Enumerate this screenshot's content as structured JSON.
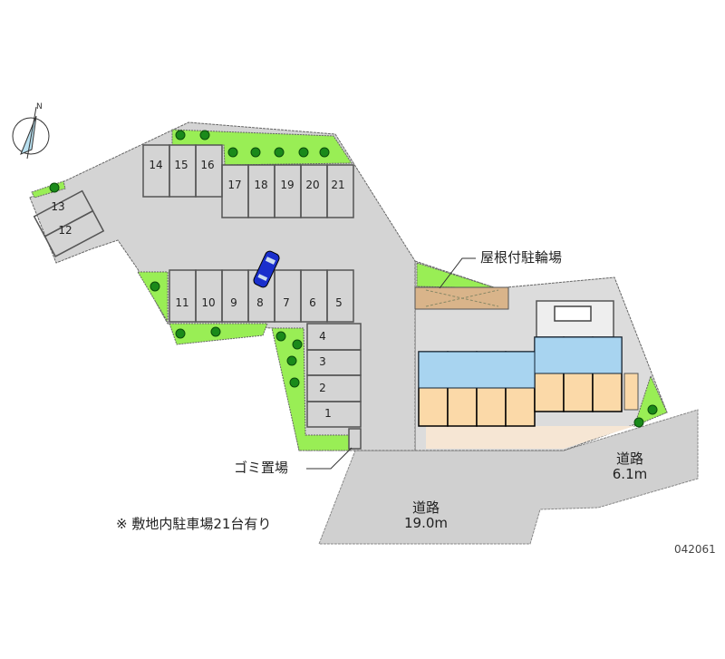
{
  "map": {
    "compass_label": "N",
    "bike_parking_label": "屋根付駐輪場",
    "garbage_label": "ゴミ置場",
    "parking_note": "※ 敷地内駐車場21台有り",
    "road_main": {
      "name": "道路",
      "width": "19.0m"
    },
    "road_side": {
      "name": "道路",
      "width": "6.1m"
    },
    "code": "042061",
    "parking_spots": [
      "1",
      "2",
      "3",
      "4",
      "5",
      "6",
      "7",
      "8",
      "9",
      "10",
      "11",
      "12",
      "13",
      "14",
      "15",
      "16",
      "17",
      "18",
      "19",
      "20",
      "21"
    ]
  },
  "colors": {
    "lot": "#d4d4d4",
    "grass": "#99ee55",
    "tree": "#1a8a1a",
    "road": "#d0d0d0",
    "building_floor": "#fbd9a8",
    "building_wet": "#a8d4f0",
    "bike_shelter": "#d9b48a",
    "car": "#1a2fcc"
  }
}
